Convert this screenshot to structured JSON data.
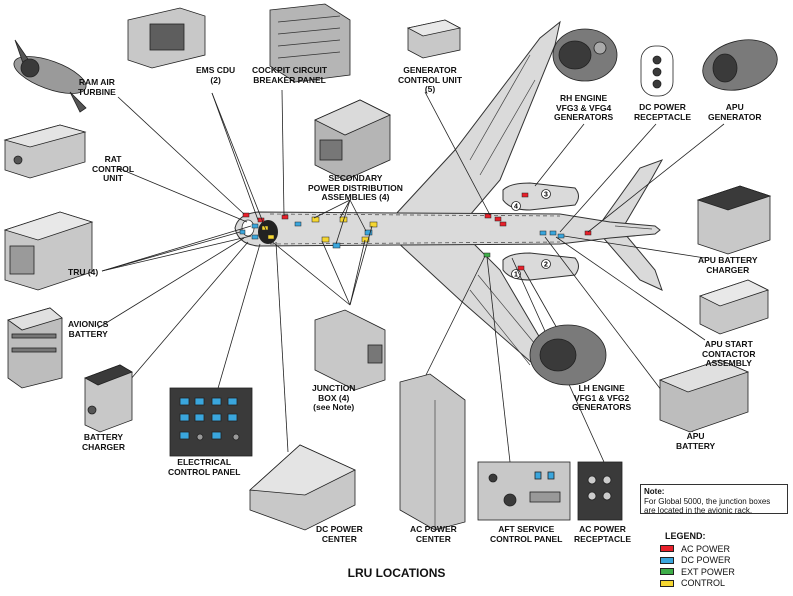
{
  "diagram": {
    "title": "LRU LOCATIONS",
    "labels": {
      "ram_air_turbine": "RAM AIR\nTURBINE",
      "rat_control_unit": "RAT\nCONTROL\nUNIT",
      "tru": "TRU (4)",
      "avionics_battery": "AVIONICS\nBATTERY",
      "battery_charger": "BATTERY\nCHARGER",
      "electrical_control_panel": "ELECTRICAL\nCONTROL PANEL",
      "ems_cdu": "EMS CDU\n(2)",
      "cockpit_cb_panel": "COCKPIT CIRCUIT\nBREAKER PANEL",
      "generator_control_unit": "GENERATOR\nCONTROL UNIT\n(5)",
      "rh_engine_gens": "RH ENGINE\nVFG3 & VFG4\nGENERATORS",
      "dc_power_receptacle_top": "DC POWER\nRECEPTACLE",
      "apu_generator": "APU\nGENERATOR",
      "secondary_pda": "SECONDARY\nPOWER DISTRIBUTION\nASSEMBLIES (4)",
      "apu_battery_charger": "APU BATTERY\nCHARGER",
      "apu_start_contactor": "APU START\nCONTACTOR\nASSEMBLY",
      "apu_battery": "APU\nBATTERY",
      "lh_engine_gens": "LH ENGINE\nVFG1 & VFG2\nGENERATORS",
      "junction_box": "JUNCTION\nBOX (4)\n(see Note)",
      "dc_power_center": "DC POWER\nCENTER",
      "ac_power_center": "AC POWER\nCENTER",
      "aft_service_panel": "AFT SERVICE\nCONTROL PANEL",
      "ac_power_receptacle": "AC POWER\nRECEPTACLE"
    },
    "engine_callouts": [
      "1",
      "2",
      "3",
      "4"
    ]
  },
  "note": {
    "title": "Note:",
    "text": "For Global 5000, the junction boxes are located in the avionic rack."
  },
  "legend": {
    "title": "LEGEND:",
    "items": [
      {
        "label": "AC POWER",
        "color": "#e8202a"
      },
      {
        "label": "DC POWER",
        "color": "#3aa6dd"
      },
      {
        "label": "EXT POWER",
        "color": "#3fae49"
      },
      {
        "label": "CONTROL",
        "color": "#f5d631"
      }
    ]
  },
  "colors": {
    "aircraft_fill": "#dadada",
    "component_fill": "#c8c8c8",
    "component_dark": "#3a3a3a",
    "line": "#222222"
  }
}
